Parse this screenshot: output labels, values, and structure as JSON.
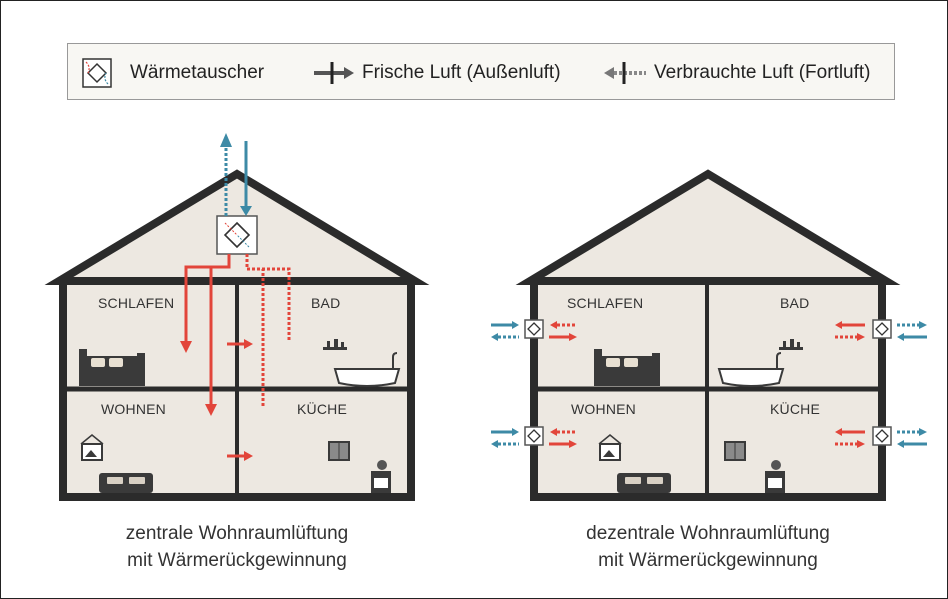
{
  "legend": {
    "heat_exchanger": "Wärmetauscher",
    "fresh_air": "Frische Luft (Außenluft)",
    "exhaust_air": "Verbrauchte Luft (Fortluft)"
  },
  "left_house": {
    "rooms": {
      "bedroom": "SCHLAFEN",
      "bath": "BAD",
      "living": "WOHNEN",
      "kitchen": "KÜCHE"
    },
    "caption_line1": "zentrale Wohnraumlüftung",
    "caption_line2": "mit Wärmerückgewinnung"
  },
  "right_house": {
    "rooms": {
      "bedroom": "SCHLAFEN",
      "bath": "BAD",
      "living": "WOHNEN",
      "kitchen": "KÜCHE"
    },
    "caption_line1": "dezentrale Wohnraumlüftung",
    "caption_line2": "mit Wärmerückgewinnung"
  },
  "colors": {
    "outline": "#2b2b2b",
    "wall_fill": "#ede8e1",
    "fresh_blue": "#3d8aa6",
    "warm_red": "#e2453a"
  }
}
